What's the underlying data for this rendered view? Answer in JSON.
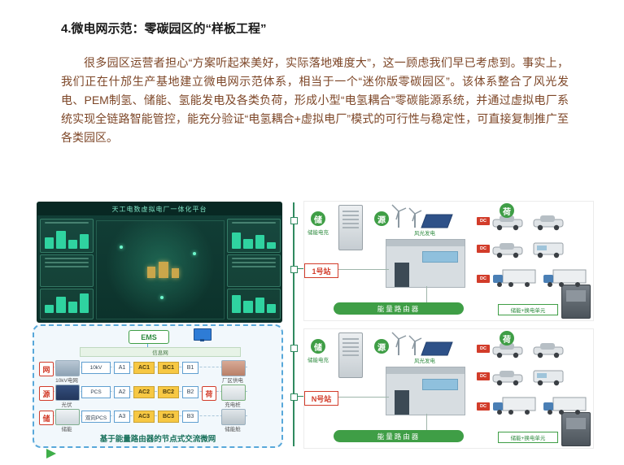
{
  "article": {
    "title": "4.微电网示范：零碳园区的“样板工程”",
    "paragraph": "很多园区运营者担心“方案听起来美好，实际落地难度大”，这一顾虑我们早已考虑到。事实上，我们正在什邡生产基地建立微电网示范体系，相当于一个“迷你版零碳园区”。该体系整合了风光发电、PEM制氢、储能、氢能发电及各类负荷，形成小型“电氢耦合”零碳能源系统，并通过虚拟电厂系统实现全链路智能管控，能充分验证“电氢耦合+虚拟电厂”模式的可行性与稳定性，可直接复制推广至各类园区。"
  },
  "figure": {
    "dashboard": {
      "title": "天工电数虚拟电厂一体化平台"
    },
    "ems": {
      "title": "EMS",
      "info_label": "信息网",
      "caption": "基于能量路由器的节点式交流微网",
      "sources": [
        {
          "tag": "网",
          "label": "10kV电网"
        },
        {
          "tag": "源",
          "label": "光伏"
        },
        {
          "tag": "储",
          "label": "储能"
        }
      ],
      "feeders": [
        "10kV",
        "PCS",
        "双向PCS"
      ],
      "a_nodes": [
        "A1",
        "A2",
        "A3"
      ],
      "ac_nodes": [
        "AC1",
        "AC2",
        "AC3"
      ],
      "bc_nodes": [
        "BC1",
        "BC2",
        "BC3"
      ],
      "b_nodes": [
        "B1",
        "B2",
        "B3"
      ],
      "load_tag": "荷",
      "loads": [
        "厂区供电",
        "充电桩",
        "储能舱"
      ]
    },
    "stations": [
      {
        "name": "1号站",
        "storage_tag": "储",
        "storage_label": "储能电充",
        "source_tag": "源",
        "source_label": "风光发电",
        "load_tag": "荷",
        "dc_label": "DC",
        "router_label": "能量路由器",
        "swap_label": "储能+换电单元"
      },
      {
        "name": "N号站",
        "storage_tag": "储",
        "storage_label": "储能电充",
        "source_tag": "源",
        "source_label": "风光发电",
        "load_tag": "荷",
        "dc_label": "DC",
        "router_label": "能量路由器",
        "swap_label": "储能+换电单元"
      }
    ]
  }
}
